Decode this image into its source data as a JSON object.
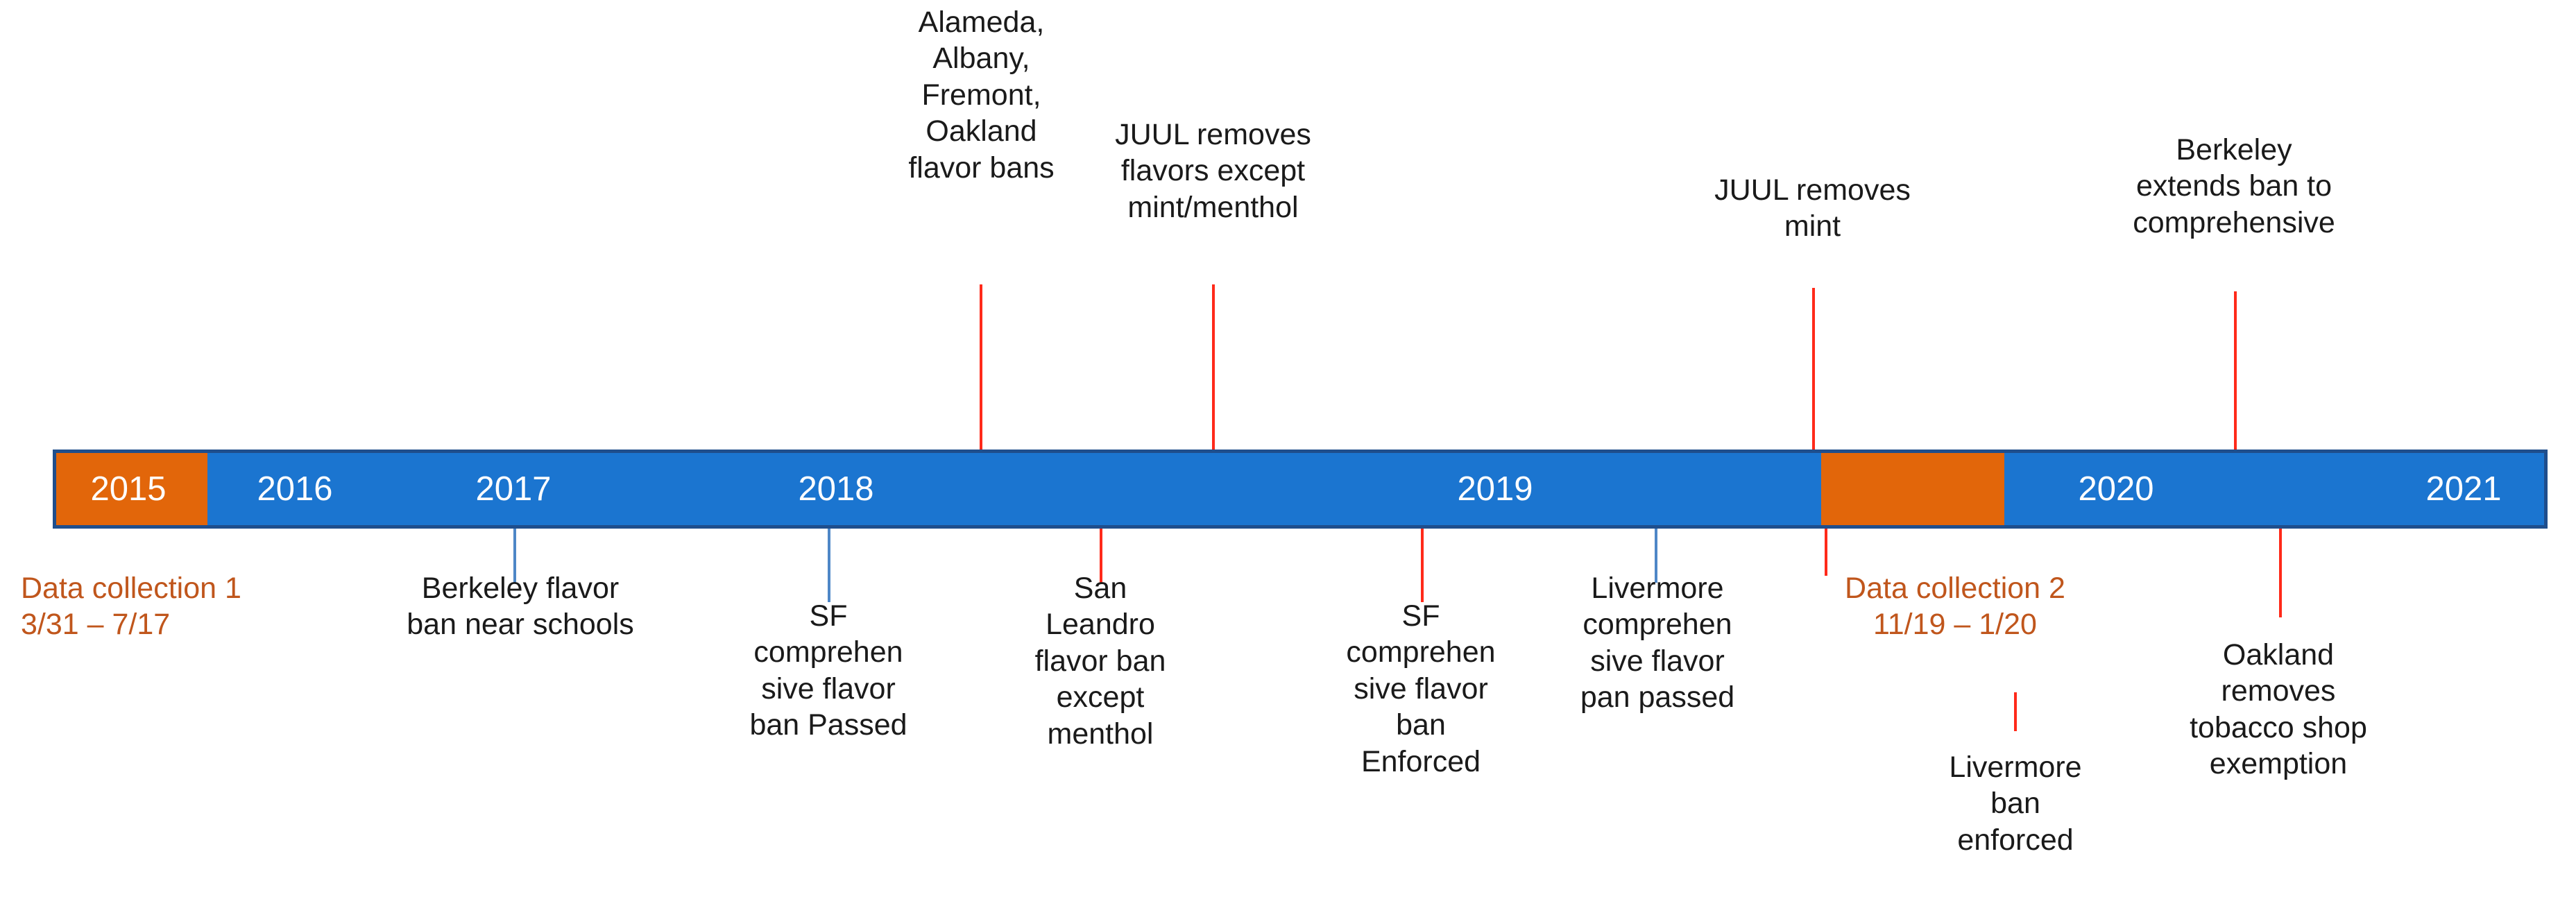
{
  "chart_data": {
    "type": "timeline",
    "title": "",
    "axis_start": 2015,
    "axis_end": 2021,
    "bar_color": "#1B75D0",
    "bar_border_color": "#1F4E8C",
    "highlight_color": "#E2660A",
    "connector_red": "#FF2A1A",
    "connector_blue": "#4E87C7",
    "highlight_text_color": "#C0561C",
    "year_ticks": [
      "2015",
      "2016",
      "2017",
      "2018",
      "2019",
      "2020",
      "2021"
    ],
    "highlighted_periods": [
      {
        "label": "Data collection 1",
        "dates": "3/31 – 7/17",
        "span": "2015"
      },
      {
        "label": "Data collection 2",
        "dates": "11/19 – 1/20",
        "span": "late 2019 – early 2020"
      }
    ],
    "events_above": [
      {
        "label": "Alameda,\nAlbany,\nFremont,\nOakland\nflavor bans",
        "year": 2018
      },
      {
        "label": "JUUL removes\nflavors except\nmint/menthol",
        "year": 2018
      },
      {
        "label": "JUUL removes\nmint",
        "year": 2019
      },
      {
        "label": "Berkeley\nextends ban to\ncomprehensive",
        "year": 2020
      }
    ],
    "events_below": [
      {
        "label": "Data collection 1\n3/31 – 7/17",
        "year": 2015
      },
      {
        "label": "Berkeley flavor\nban near schools",
        "year": 2017
      },
      {
        "label": "SF\ncomprehen\nsive flavor\nban Passed",
        "year": 2018
      },
      {
        "label": "San\nLeandro\nflavor ban\nexcept\nmenthol",
        "year": 2018
      },
      {
        "label": "SF\ncomprehen\nsive flavor\nban\nEnforced",
        "year": 2019
      },
      {
        "label": "Livermore\ncomprehen\nsive flavor\npan passed",
        "year": 2019
      },
      {
        "label": "Data collection 2\n11/19 – 1/20",
        "year": 2019
      },
      {
        "label": "Livermore\nban\nenforced",
        "year": 2020
      },
      {
        "label": "Oakland\nremoves\ntobacco shop\nexemption",
        "year": 2020
      }
    ]
  },
  "timeline": {
    "years": [
      {
        "text": "2015"
      },
      {
        "text": "2016"
      },
      {
        "text": "2017"
      },
      {
        "text": "2018"
      },
      {
        "text": "2019"
      },
      {
        "text": "2020"
      },
      {
        "text": "2021"
      }
    ]
  },
  "annotations_above": {
    "alameda_bans": "Alameda,\nAlbany,\nFremont,\nOakland\nflavor bans",
    "juul_removes_flavors": "JUUL removes\nflavors except\nmint/menthol",
    "juul_removes_mint": "JUUL removes\nmint",
    "berkeley_extends": "Berkeley\nextends ban to\ncomprehensive"
  },
  "annotations_below": {
    "data_collection_1": "Data collection 1\n3/31 – 7/17",
    "berkeley_near_schools": "Berkeley flavor\nban near schools",
    "sf_ban_passed": "SF\ncomprehen\nsive flavor\nban Passed",
    "san_leandro": "San\nLeandro\nflavor ban\nexcept\nmenthol",
    "sf_ban_enforced": "SF\ncomprehen\nsive flavor\nban\nEnforced",
    "livermore_passed": "Livermore\ncomprehen\nsive flavor\npan passed",
    "data_collection_2": "Data collection 2\n11/19 – 1/20",
    "livermore_enforced": "Livermore\nban\nenforced",
    "oakland_exemption": "Oakland\nremoves\ntobacco shop\nexemption"
  }
}
